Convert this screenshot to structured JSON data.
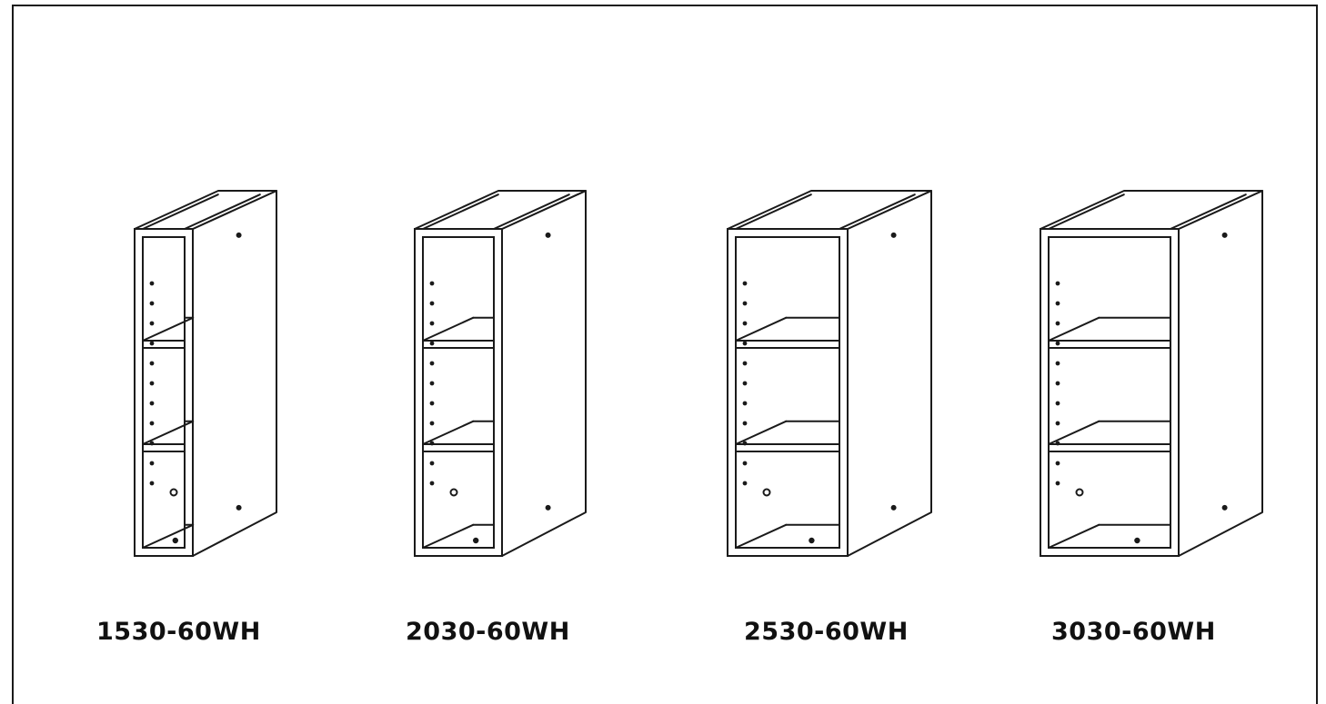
{
  "cabinets": [
    {
      "model": "1530-60WH",
      "shelves": 2
    },
    {
      "model": "2030-60WH",
      "shelves": 2
    },
    {
      "model": "2530-60WH",
      "shelves": 2
    },
    {
      "model": "3030-60WH",
      "shelves": 2
    }
  ],
  "colors": {
    "line": "#1a1a1a",
    "background": "#ffffff"
  }
}
